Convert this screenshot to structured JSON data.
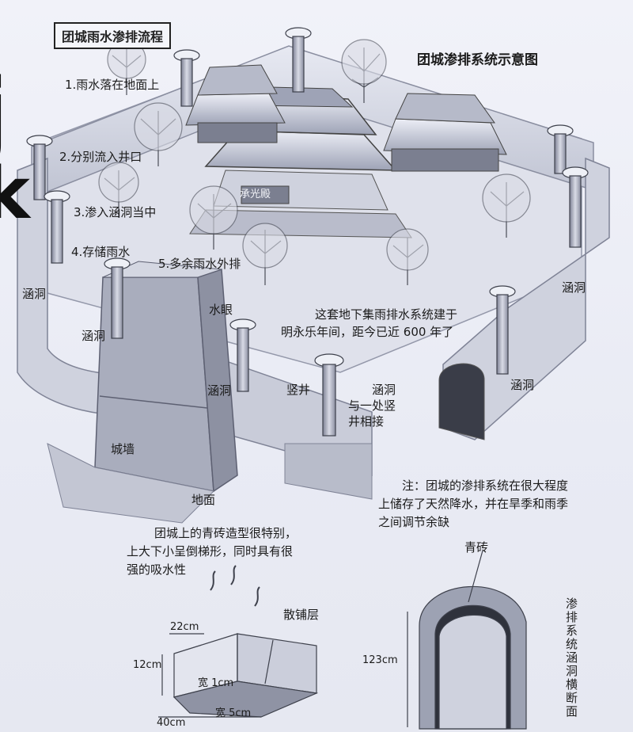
{
  "title_box": "团城雨水渗排流程",
  "diagram_title": "团城渗排系统示意图",
  "steps": [
    "1.雨水落在地面上",
    "2.分别流入井口",
    "3.渗入涵洞当中",
    "4.存储雨水",
    "5.多余雨水外排"
  ],
  "labels": {
    "culvert_1": "涵洞",
    "culvert_2": "涵洞",
    "culvert_3": "涵洞",
    "culvert_4": "涵洞",
    "culvert_5": "涵洞",
    "water_eye": "水眼",
    "vertical_well": "竖井",
    "hall": "承光殿",
    "wall": "城墙",
    "ground": "地面",
    "junction": [
      "涵洞",
      "与一处竖",
      "井相接"
    ]
  },
  "history_note": [
    "这套地下集雨排水系统建于",
    "明永乐年间，距今已近 600 年了"
  ],
  "note": [
    "注：团城的渗排系统在很大程度",
    "上储存了天然降水，并在旱季和雨季",
    "之间调节余缺"
  ],
  "brick_note": [
    "团城上的青砖造型很特别，",
    "上大下小呈倒梯形，同时具有很",
    "强的吸水性"
  ],
  "brick_dims": {
    "top": "22cm",
    "height": "12cm",
    "gap": "宽 1cm",
    "gap2": "宽 5cm",
    "bottom": "40cm",
    "layer": "散铺层"
  },
  "culvert_section": {
    "top": "青砖",
    "height": "123cm",
    "caption": "渗排系统涵洞横断面"
  },
  "side_glyphs": [
    "j",
    "k"
  ]
}
